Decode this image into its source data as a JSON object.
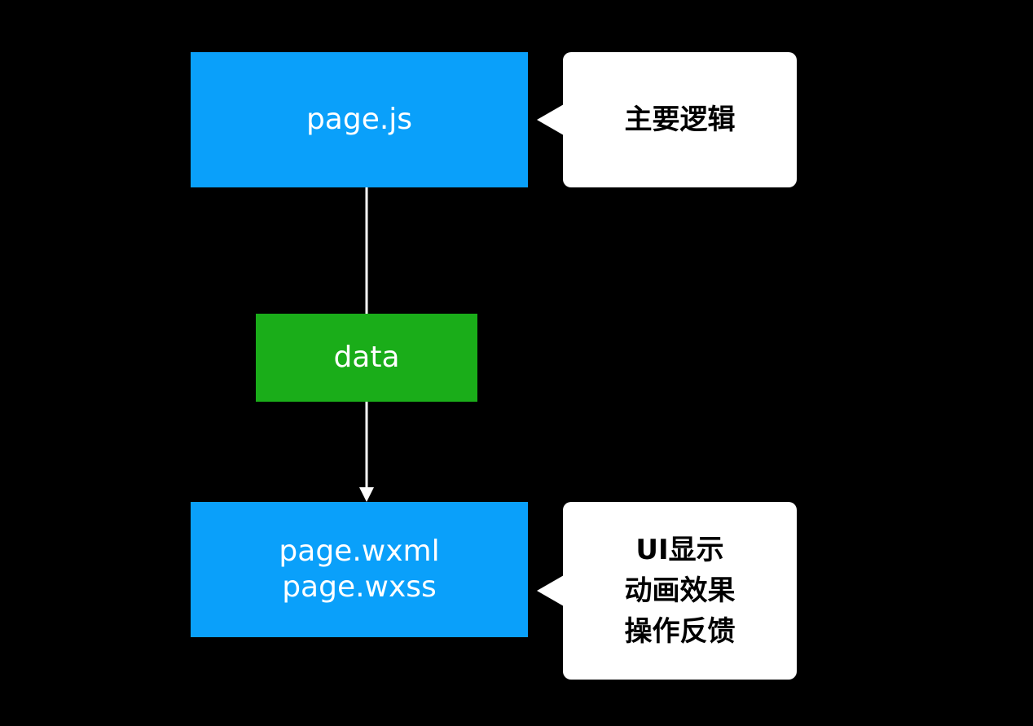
{
  "colors": {
    "background": "#000000",
    "logic_box": "#0aa0fa",
    "data_box": "#1aad19",
    "callout": "#ffffff",
    "arrow": "#ffffff"
  },
  "logic_box": {
    "label": "page.js"
  },
  "logic_callout": {
    "text": "主要逻辑"
  },
  "data_box": {
    "label": "data"
  },
  "view_box": {
    "lines": [
      "page.wxml",
      "page.wxss"
    ]
  },
  "view_callout": {
    "lines": [
      "UI显示",
      "动画效果",
      "操作反馈"
    ]
  }
}
